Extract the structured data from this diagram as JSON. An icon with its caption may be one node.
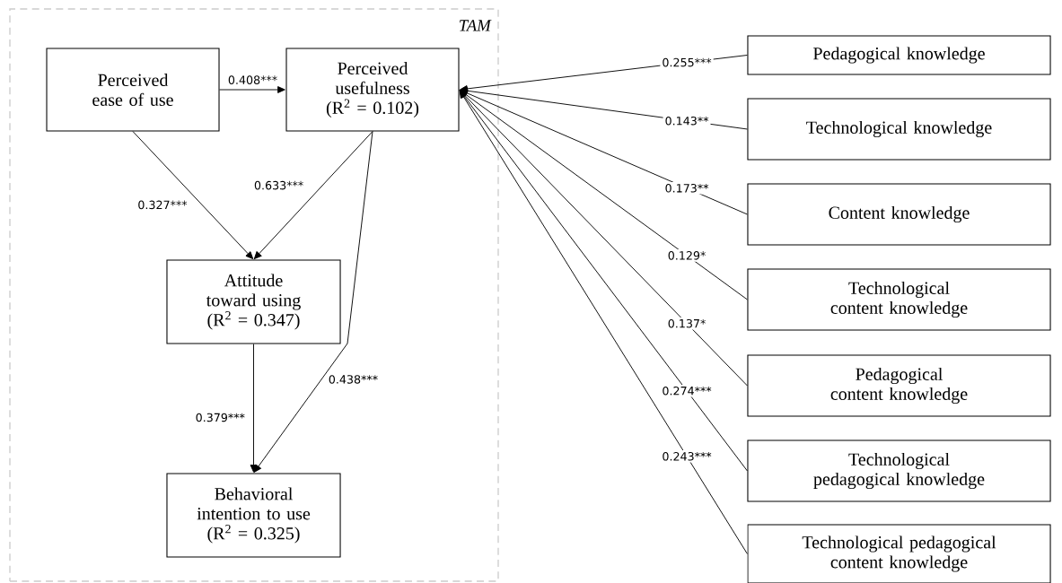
{
  "diagram": {
    "nodes": [
      {
        "text": [
          "TAM"
        ]
      },
      {
        "text": [
          "Perceived ease of use"
        ],
        "in": 0
      },
      {
        "text": [
          "Perceived usefulness",
          "(R$^{2}$ = 0.102)"
        ],
        "in": 0
      },
      {
        "text": [
          "Attitude toward using",
          "(R$^{2}$ = 0.347)"
        ],
        "in": 0
      },
      {
        "text": [
          "Behavioral intention to use",
          "(R$^{2}$ = 0.325)"
        ],
        "in": 0
      },
      {
        "text": [
          "Pedagogical knowledge"
        ]
      },
      {
        "text": [
          "Technological knowledge"
        ]
      },
      {
        "text": [
          "Content knowledge"
        ]
      },
      {
        "text": [
          "Technological content knowledge"
        ]
      },
      {
        "text": [
          "Pedagogical content knowledge"
        ]
      },
      {
        "text": [
          "Technological pedagogical knowledge"
        ]
      },
      {
        "text": [
          "Technological pedagogical content knowledge"
        ]
      }
    ],
    "edges": [
      {
        "from": 1,
        "to": 2,
        "arrow": "to",
        "label": "0.408***"
      },
      {
        "from": 1,
        "to": 3,
        "arrow": "to",
        "label": "0.327***"
      },
      {
        "from": 2,
        "to": 3,
        "arrow": "to",
        "label": "0.633***"
      },
      {
        "from": 3,
        "to": 4,
        "arrow": "to",
        "label": "0.379***"
      },
      {
        "from": 2,
        "to": 4,
        "arrow": "to",
        "label": "0.438***"
      },
      {
        "from": 5,
        "to": 2,
        "arrow": "to",
        "label": "0.255***"
      },
      {
        "from": 6,
        "to": 2,
        "arrow": "to",
        "label": "0.143**"
      },
      {
        "from": 7,
        "to": 2,
        "arrow": "to",
        "label": "0.173**"
      },
      {
        "from": 8,
        "to": 2,
        "arrow": "to",
        "label": "0.129*"
      },
      {
        "from": 9,
        "to": 2,
        "arrow": "to",
        "label": "0.137*"
      },
      {
        "from": 10,
        "to": 2,
        "arrow": "to",
        "label": "0.274***"
      },
      {
        "from": 11,
        "to": 2,
        "arrow": "to",
        "label": "0.243***"
      }
    ]
  }
}
